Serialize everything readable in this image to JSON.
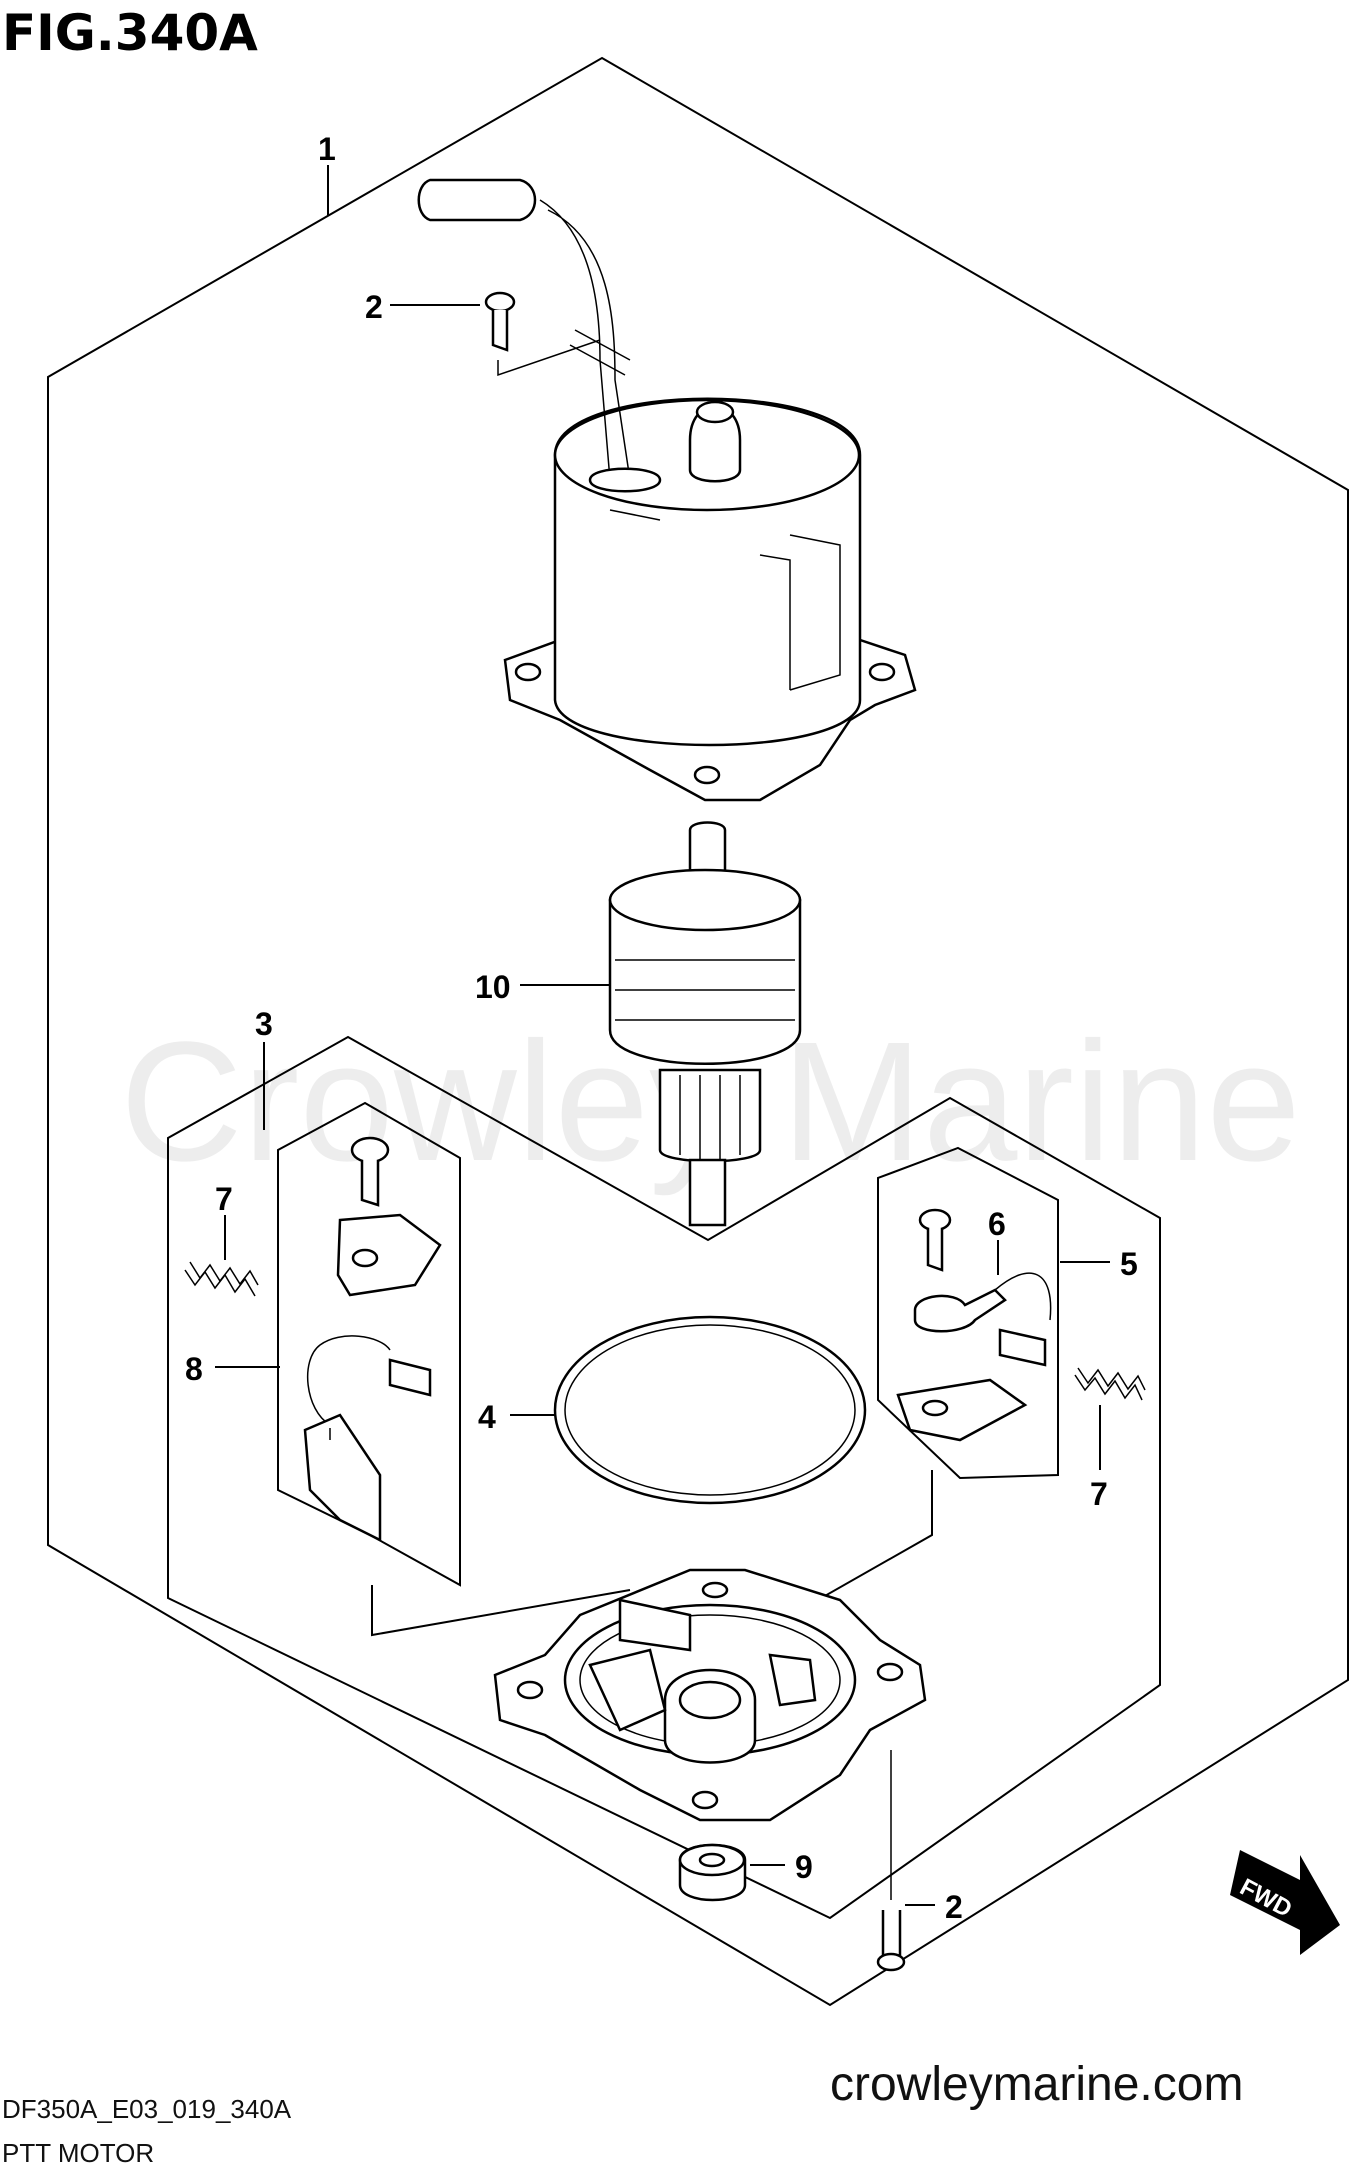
{
  "figure": {
    "title": "FIG.340A"
  },
  "watermark": "Crowley Marine",
  "footer": {
    "code": "DF350A_E03_019_340A",
    "caption": "PTT MOTOR",
    "website": "crowleymarine.com"
  },
  "direction_badge": "FWD",
  "callouts": {
    "c1": "1",
    "c2_top": "2",
    "c2_bottom": "2",
    "c3": "3",
    "c4": "4",
    "c5": "5",
    "c6": "6",
    "c7_left": "7",
    "c7_right": "7",
    "c8": "8",
    "c9": "9",
    "c10": "10"
  },
  "parts": [
    {
      "ref": "1",
      "name": "motor-assembly"
    },
    {
      "ref": "2",
      "name": "screw"
    },
    {
      "ref": "3",
      "name": "brush-holder-set"
    },
    {
      "ref": "4",
      "name": "o-ring"
    },
    {
      "ref": "5",
      "name": "brush-set"
    },
    {
      "ref": "6",
      "name": "brush-lead"
    },
    {
      "ref": "7",
      "name": "spring"
    },
    {
      "ref": "8",
      "name": "brush-set"
    },
    {
      "ref": "9",
      "name": "bushing"
    },
    {
      "ref": "10",
      "name": "armature"
    }
  ]
}
